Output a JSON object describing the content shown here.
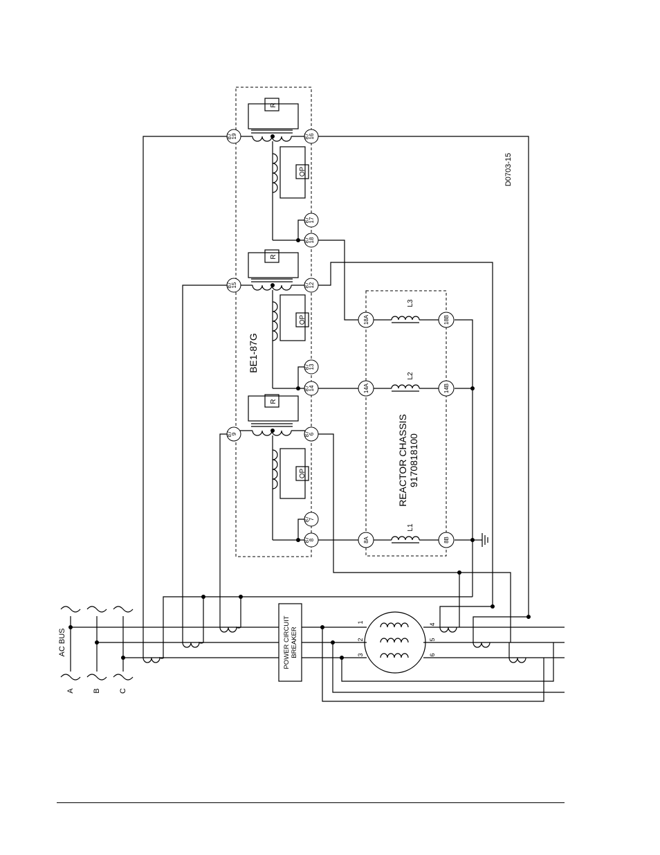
{
  "relay_label": "BE1-87G",
  "drawing_number": "D0703-15",
  "reactor": {
    "title": "REACTOR CHASSIS",
    "part_number": "9170818100"
  },
  "breaker": {
    "line1": "POWER CIRCUIT",
    "line2": "BREAKER"
  },
  "bus": {
    "title": "AC BUS",
    "phases": [
      "A",
      "B",
      "C"
    ]
  },
  "element_labels": {
    "restraint": "R",
    "operate": "OP"
  },
  "relay_terminals": {
    "e1_top": "9",
    "e1_bot": "6",
    "e1_tap_op": "8",
    "e1_tap_aux": "7",
    "e2_top": "15",
    "e2_bot": "12",
    "e2_tap_op": "14",
    "e2_tap_aux": "13",
    "e3_top": "19",
    "e3_bot": "16",
    "e3_tap_op": "18",
    "e3_tap_aux": "17",
    "prefix": "87"
  },
  "reactor_terminals": [
    "8A",
    "8B",
    "14A",
    "14B",
    "18A",
    "18B"
  ],
  "inductors": [
    "L1",
    "L2",
    "L3"
  ],
  "generator_terminals": [
    "1",
    "2",
    "3",
    "4",
    "5",
    "6"
  ]
}
